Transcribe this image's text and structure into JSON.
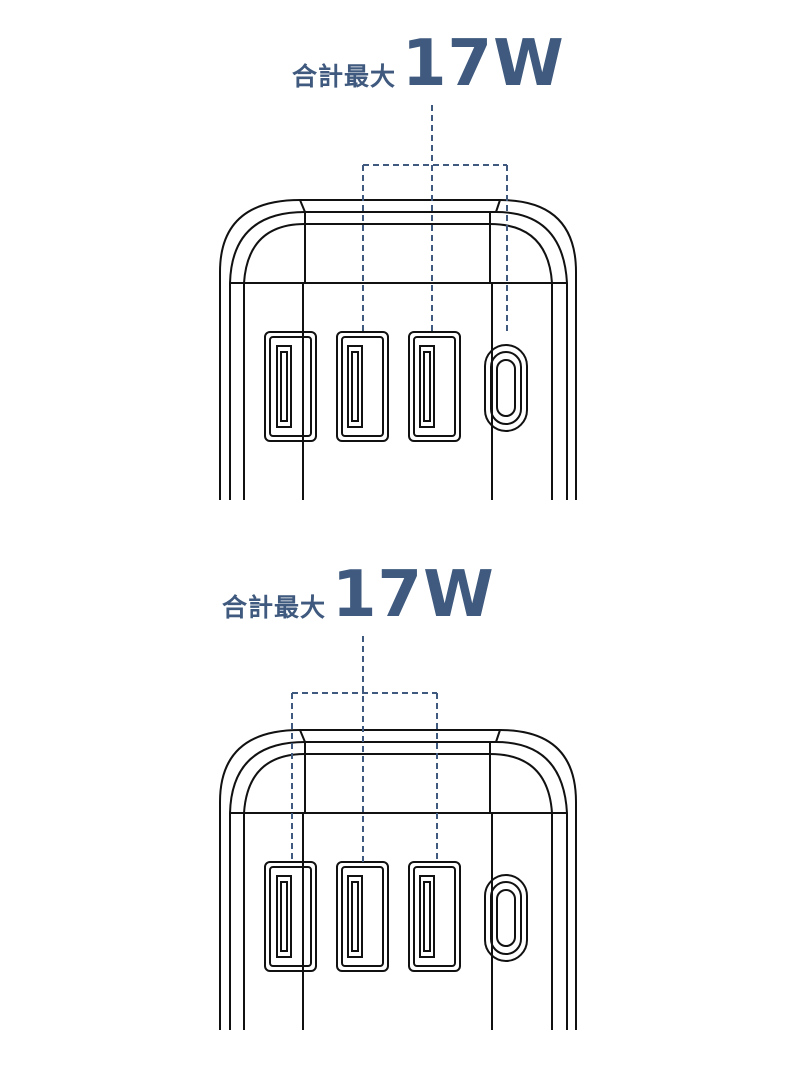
{
  "colors": {
    "label": "#3f5a7e",
    "dashed_line": "#3f5a7e",
    "outline": "#111111",
    "background": "#ffffff"
  },
  "panels": [
    {
      "label_prefix": "合計最大",
      "label_value": "17W",
      "ports": [
        "usb-a",
        "usb-a",
        "usb-a",
        "usb-c"
      ],
      "grouped_ports": [
        "usb-a-2",
        "usb-a-3",
        "usb-c"
      ]
    },
    {
      "label_prefix": "合計最大",
      "label_value": "17W",
      "ports": [
        "usb-a",
        "usb-a",
        "usb-a",
        "usb-c"
      ],
      "grouped_ports": [
        "usb-a-1",
        "usb-a-2",
        "usb-a-3"
      ]
    }
  ]
}
